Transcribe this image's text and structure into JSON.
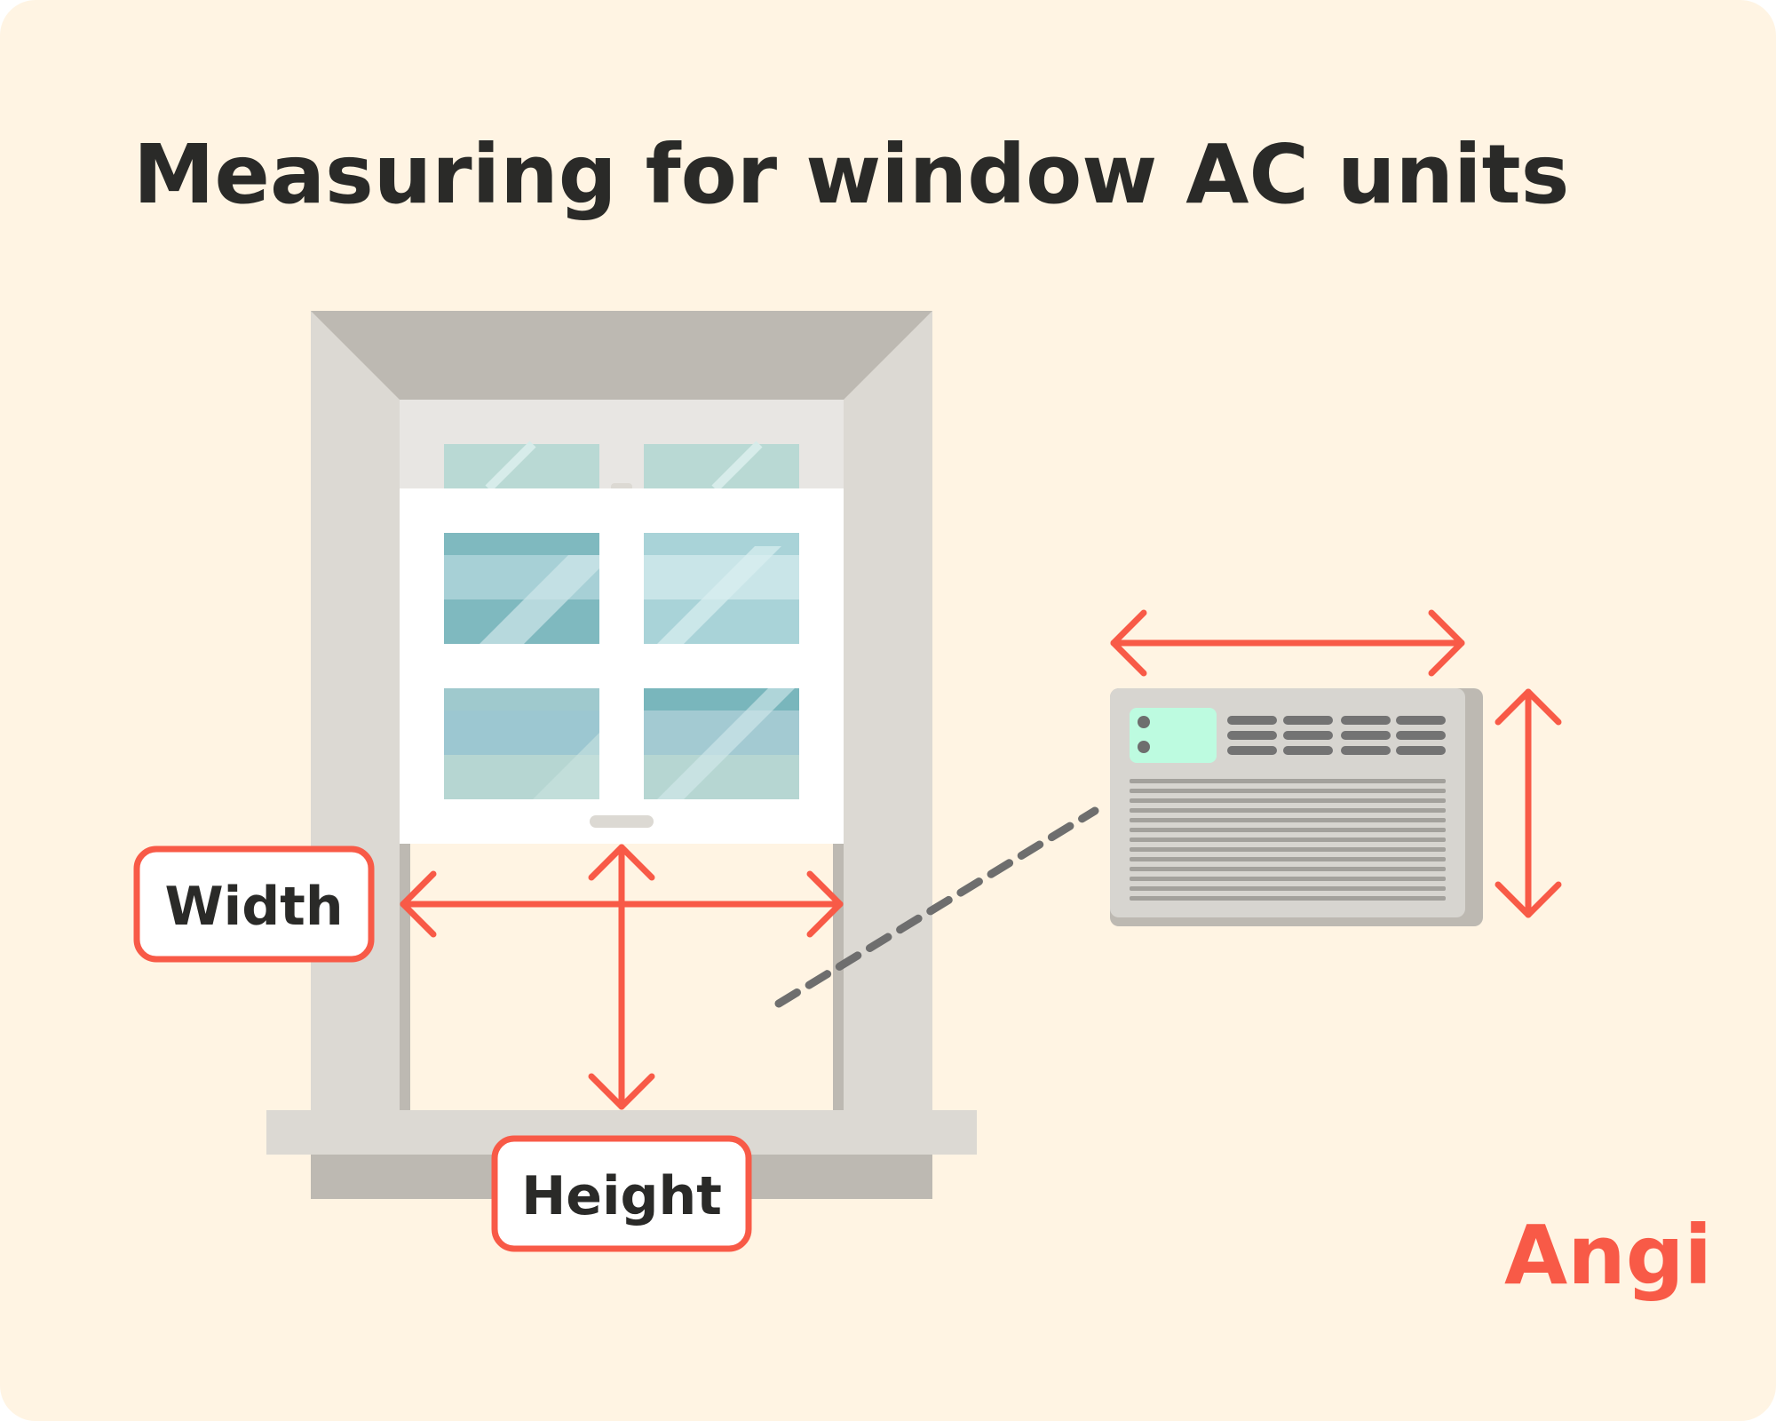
{
  "title": "Measuring for window AC units",
  "labels": {
    "width": "Width",
    "height": "Height"
  },
  "logo": {
    "text": "Angi"
  },
  "colors": {
    "background": "#FFF4E3",
    "accent": "#F85A47",
    "frame_dark": "#BDB9B2",
    "frame_light": "#DCD9D3",
    "glass_dark": "#7FB9BF",
    "glass_light": "#B9D9DD",
    "ac_body": "#D7D5D0",
    "ac_panel": "#BDFBE0",
    "ac_grille": "#737373",
    "text": "#2A2A28"
  },
  "icons": {
    "window": "double-hung-window-icon",
    "air_conditioner": "window-ac-unit-icon",
    "arrows": "double-headed-arrow-icon"
  }
}
